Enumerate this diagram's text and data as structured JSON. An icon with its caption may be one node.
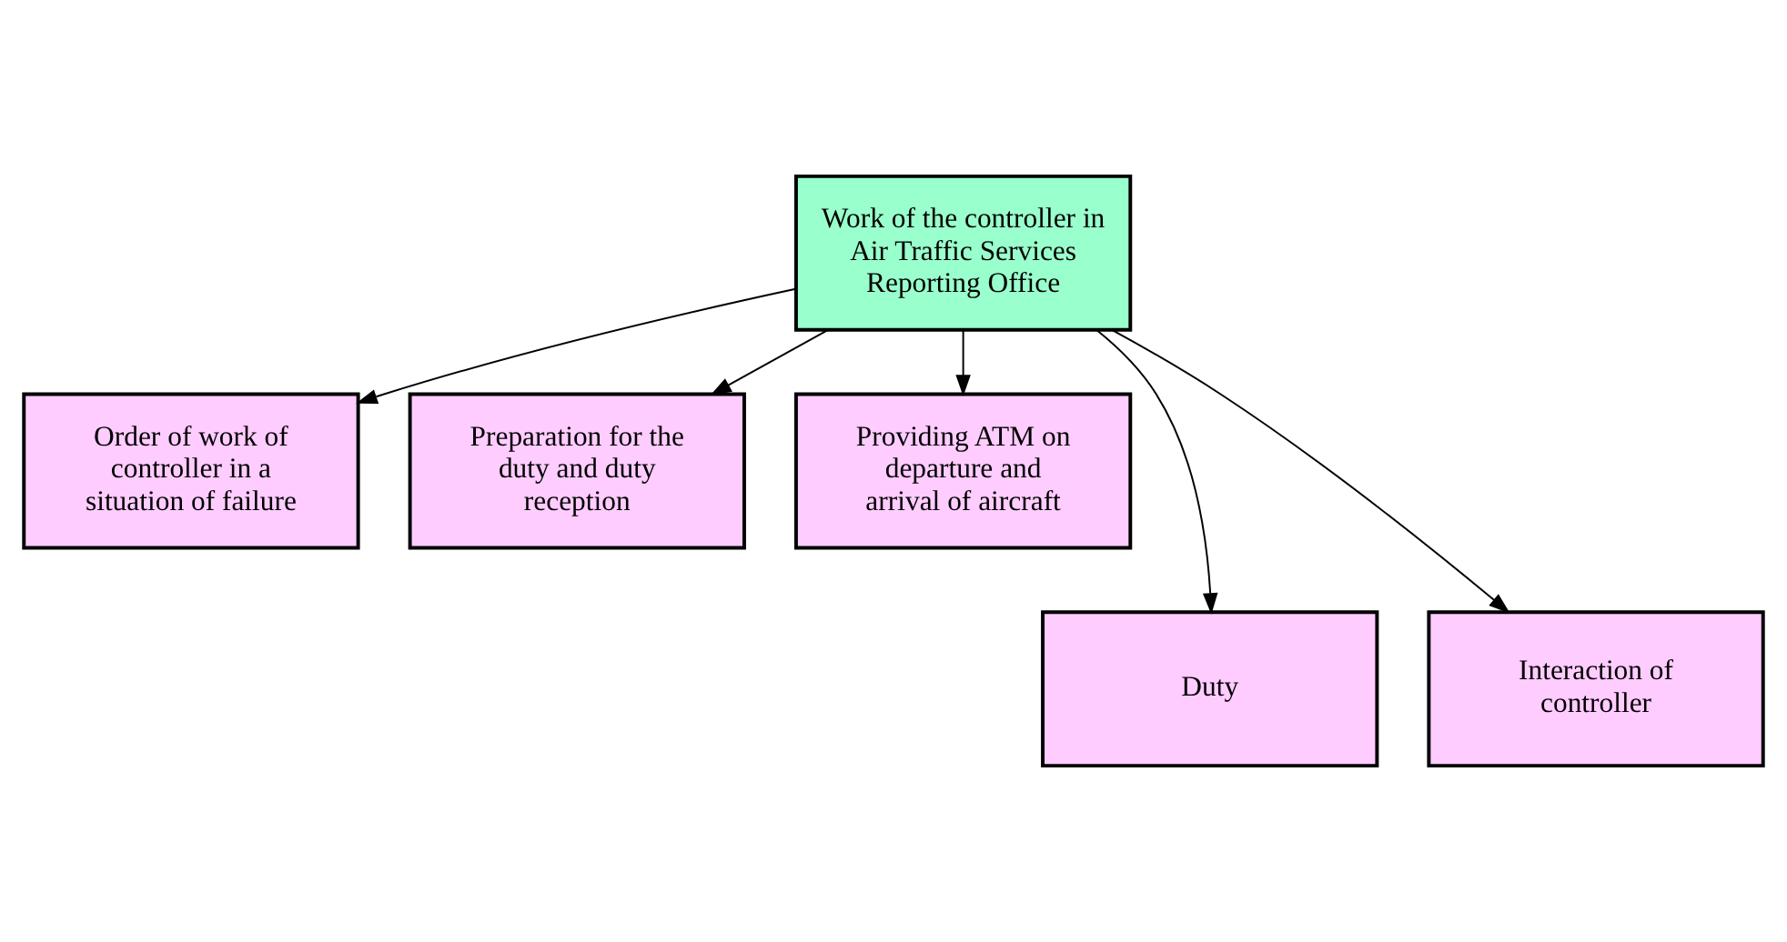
{
  "diagram": {
    "nodes": [
      {
        "text": [
          "Work of the controller in Air Traffic Services Reporting Office"
        ]
      },
      {
        "text": [
          "Order of work of controller in a situation of failure"
        ]
      },
      {
        "text": [
          "Preparation for the duty and duty reception"
        ]
      },
      {
        "text": [
          "Providing ATM on departure and arrival of aircraft"
        ]
      },
      {
        "text": [
          "Duty"
        ]
      },
      {
        "text": [
          "Interaction of controller"
        ]
      }
    ],
    "edges": [
      {
        "from": 0,
        "to": 1,
        "arrow": "to"
      },
      {
        "from": 0,
        "to": 4,
        "arrow": "to"
      },
      {
        "from": 0,
        "to": 2,
        "arrow": "to"
      },
      {
        "from": 0,
        "to": 5,
        "arrow": "to"
      },
      {
        "from": 0,
        "to": 3,
        "arrow": "to"
      }
    ]
  }
}
